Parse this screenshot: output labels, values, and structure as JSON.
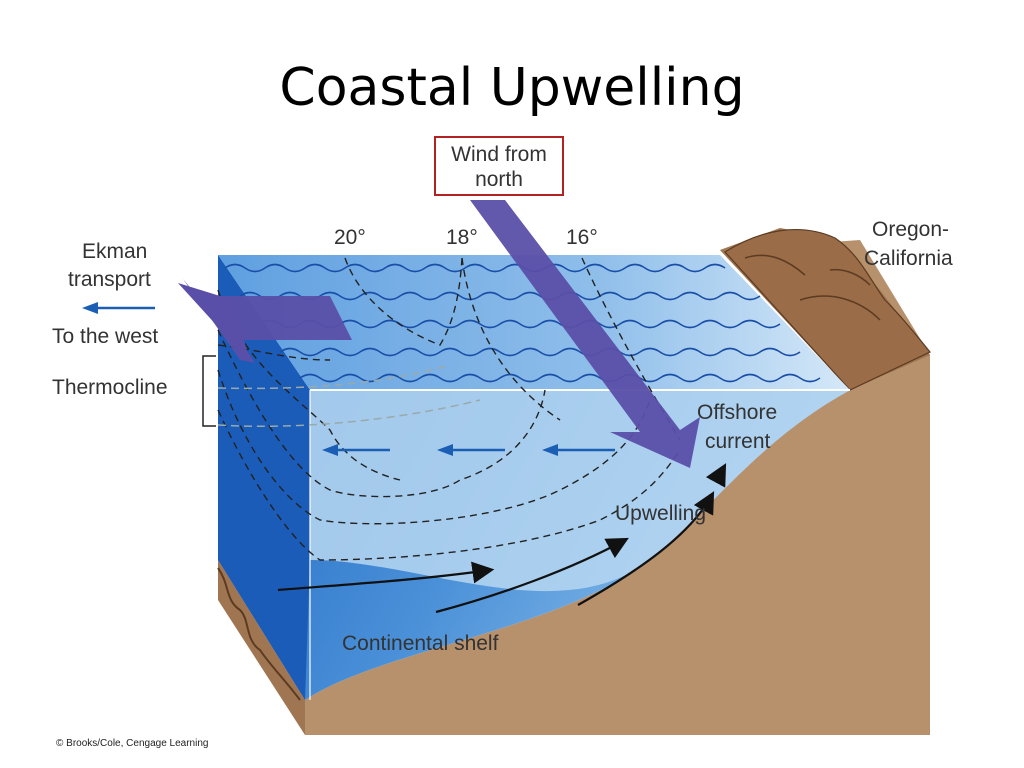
{
  "title": "Coastal Upwelling",
  "labels": {
    "wind": "Wind from north",
    "wind_line1": "Wind from",
    "wind_line2": "north",
    "ekman_line1": "Ekman",
    "ekman_line2": "transport",
    "to_west": "To the west",
    "thermocline": "Thermocline",
    "temp_20": "20°",
    "temp_18": "18°",
    "temp_16": "16°",
    "oregon_line1": "Oregon-",
    "oregon_line2": "California",
    "offshore_line1": "Offshore",
    "offshore_line2": "current",
    "upwelling": "Upwelling",
    "shelf": "Continental shelf"
  },
  "credit": "© Brooks/Cole, Cengage Learning",
  "colors": {
    "deep_water": "#1f6fc4",
    "light_water": "#b8d8f2",
    "surface": "#7fb4e6",
    "land": "#b7906c",
    "land_dark": "#8b6242",
    "arrow_purple": "#5a4fa8",
    "flow_arrow": "#1a5fb4",
    "wind_box_border": "#b22222"
  }
}
